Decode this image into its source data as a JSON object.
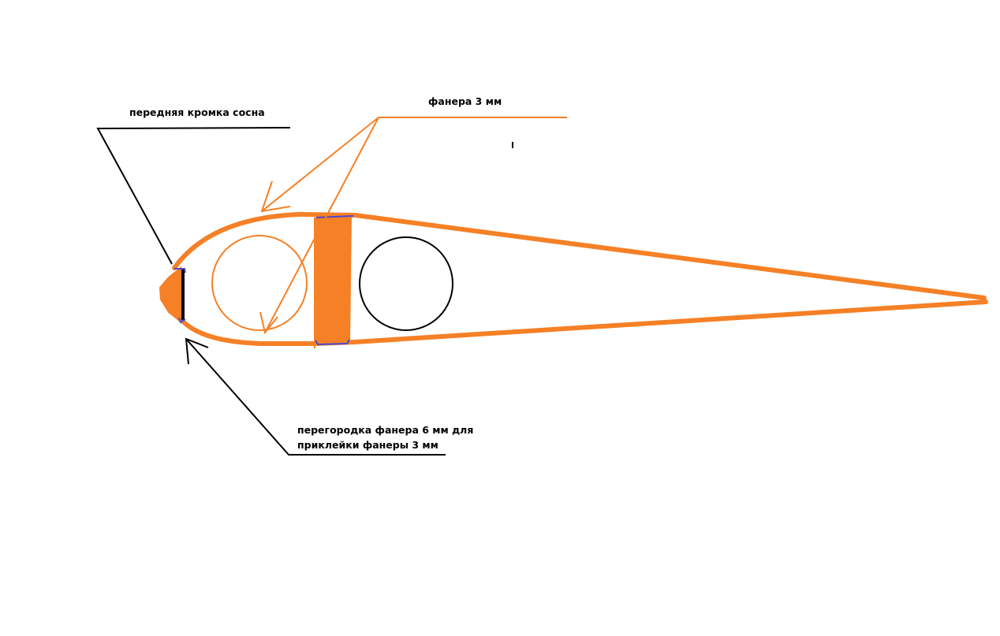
{
  "labels": {
    "leading_edge": "передняя кромка сосна",
    "plywood_3mm": "фанера 3 мм",
    "partition_line1": "перегородка фанера 6 мм для",
    "partition_line2": "приклейки фанеры 3 мм"
  },
  "colors": {
    "orange": "#F58026",
    "black": "#000000",
    "blue": "#4A4ACF",
    "background": "#FFFFFF"
  }
}
